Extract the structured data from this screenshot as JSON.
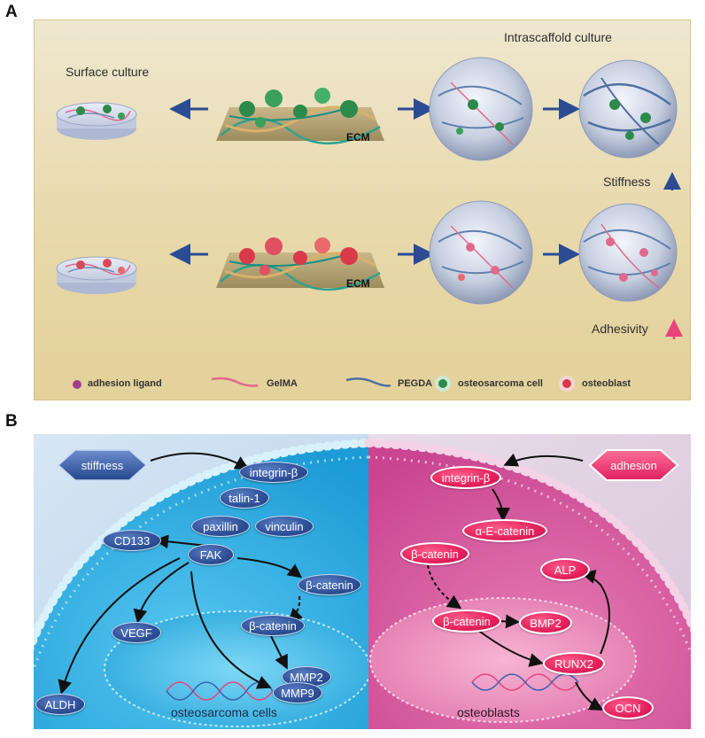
{
  "panel_a": {
    "letter": "A",
    "surface_title": "Surface culture",
    "intra_title": "Intrascaffold culture",
    "ecm_label": "ECM",
    "stiffness": "Stiffness",
    "adhesivity": "Adhesivity",
    "legend": [
      "adhesion ligand",
      "GelMA",
      "PEGDA",
      "osteosarcoma cell",
      "osteoblast"
    ]
  },
  "panel_b": {
    "letter": "B",
    "left": {
      "hex": "stiffness",
      "nodes": [
        "integrin-β",
        "talin-1",
        "paxillin",
        "vinculin",
        "CD133",
        "FAK",
        "β-catenin",
        "β-catenin",
        "VEGF",
        "MMP2",
        "MMP9",
        "ALDH"
      ],
      "caption": "osteosarcoma cells"
    },
    "right": {
      "hex": "adhesion",
      "nodes": [
        "integrin-β",
        "α-E-catenin",
        "β-catenin",
        "ALP",
        "β-catenin",
        "BMP2",
        "RUNX2",
        "OCN"
      ],
      "caption": "osteoblasts"
    }
  },
  "colors": {
    "panel_a_bg": "#e8d9ab",
    "left_bg": "#1ea9e0",
    "right_bg": "#d9549a",
    "node_blue": "#2e4f96",
    "node_pink": "#e5215c",
    "arrow_blue": "#2b4c93",
    "arrow_pink": "#e8457d"
  }
}
